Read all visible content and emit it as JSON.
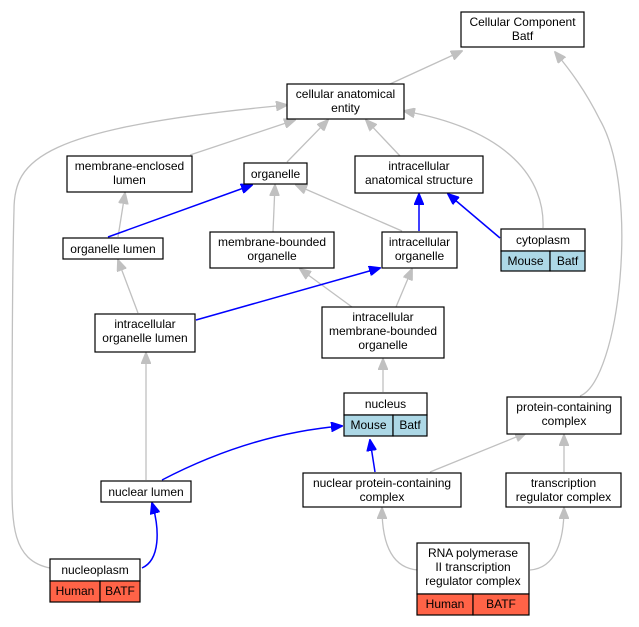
{
  "colors": {
    "mouse_cell": "#add8e6",
    "human_cell": "#ff6347",
    "is_a_edge": "#c0c0c0",
    "part_of_edge": "#0000ff"
  },
  "nodes": {
    "cc_batf": [
      "Cellular Component",
      "Batf"
    ],
    "cae": [
      "cellular anatomical",
      "entity"
    ],
    "mel": [
      "membrane-enclosed",
      "lumen"
    ],
    "organelle": [
      "organelle"
    ],
    "ias": [
      "intracellular",
      "anatomical structure"
    ],
    "org_lumen": [
      "organelle lumen"
    ],
    "mbo": [
      "membrane-bounded",
      "organelle"
    ],
    "ic_org": [
      "intracellular",
      "organelle"
    ],
    "cytoplasm": [
      "cytoplasm"
    ],
    "iol": [
      "intracellular",
      "organelle lumen"
    ],
    "imbo": [
      "intracellular",
      "membrane-bounded",
      "organelle"
    ],
    "nucleus": [
      "nucleus"
    ],
    "pcc": [
      "protein-containing",
      "complex"
    ],
    "nuc_lumen": [
      "nuclear lumen"
    ],
    "npcc": [
      "nuclear protein-containing",
      "complex"
    ],
    "trc": [
      "transcription",
      "regulator complex"
    ],
    "nucleoplasm": [
      "nucleoplasm"
    ],
    "rnap": [
      "RNA polymerase",
      "II transcription",
      "regulator complex"
    ]
  },
  "annotations": {
    "cytoplasm": [
      "Mouse",
      "Batf"
    ],
    "nucleus": [
      "Mouse",
      "Batf"
    ],
    "nucleoplasm": [
      "Human",
      "BATF"
    ],
    "rnap": [
      "Human",
      "BATF"
    ]
  }
}
